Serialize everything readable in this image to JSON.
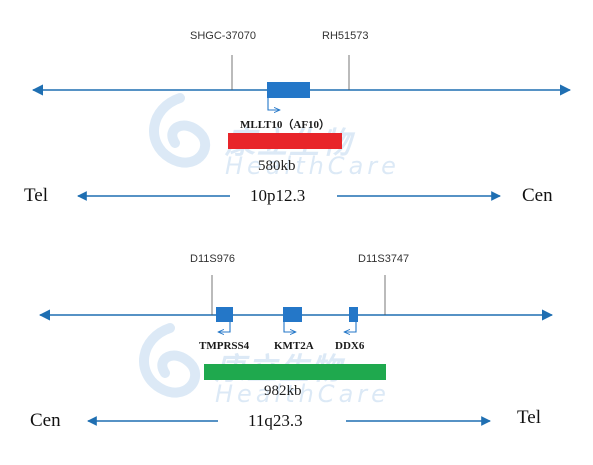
{
  "panels": [
    {
      "markers": [
        "SHGC-37070",
        "RH51573"
      ],
      "genes": [
        "MLLT10（AF10）"
      ],
      "probe_size": "580kb",
      "left_end": "Tel",
      "right_end": "Cen",
      "band": "10p12.3",
      "probe_color": "#e8252a"
    },
    {
      "markers": [
        "D11S976",
        "D11S3747"
      ],
      "genes": [
        "TMPRSS4",
        "KMT2A",
        "DDX6"
      ],
      "probe_size": "982kb",
      "left_end": "Cen",
      "right_end": "Tel",
      "band": "11q23.3",
      "probe_color": "#1fa94e"
    }
  ],
  "watermark": {
    "chinese": "康立生物",
    "english": "HealthCare"
  },
  "colors": {
    "line": "#1f6fb2",
    "gene_box": "#2477c8",
    "watermark": "#9cc3e6"
  }
}
